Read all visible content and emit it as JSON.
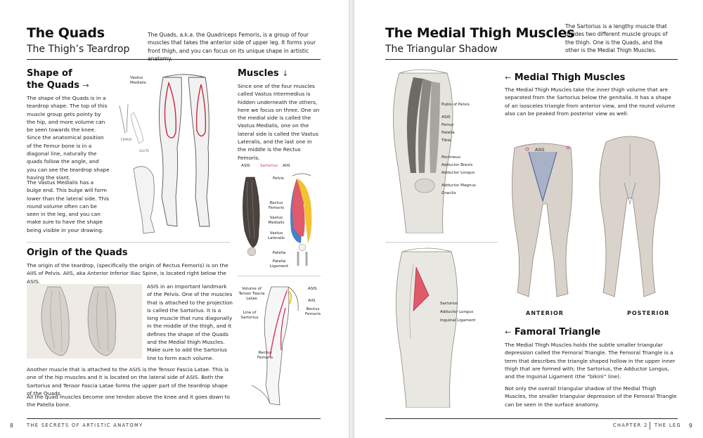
{
  "left": {
    "title": "The Quads",
    "subtitle": "The Thigh’s Teardrop",
    "intro": "The Quads, a.k.a. the Quadriceps Femoris, is a group of four muscles that takes the anterior side of upper leg. It forms your front thigh, and you can focus on its unique shape in artistic anatomy.",
    "shape": {
      "heading_line1": "Shape of",
      "heading_line2": "the Quads",
      "arrow": "→",
      "para1": "The shape of the Quads is in a teardrop shape. The top of this muscle group gets pointy by the hip, and more volume can be seen towards the knee. Since the anatomical position of the Femur bone is in a diagonal line, naturally the quads follow the angle, and you can see the teardrop shape having the slant.",
      "para2": "The Vastus Medialis has a bulge end. This bulge will form lower than the lateral side. This round volume often can be seen in the leg, and you can make sure to have the shape being visible in your drawing.",
      "sketch_label": "Vastus Medialis",
      "sketch_small1": "FEMUR",
      "sketch_small2": "GLUTE"
    },
    "muscles": {
      "heading": "Muscles",
      "arrow": "↓",
      "para": "Since one of the four muscles called Vastus Intermedius is hidden underneath the others, here we focus on three. One on the medial side is called the Vastus Medialis, one on the lateral side is called the Vastus Lateralis, and the last one in the middle is the Rectus Femoris.",
      "labels": {
        "asis": "ASIS",
        "sartorius": "Sartorius",
        "aiis": "AIIS",
        "pelvis": "Pelvis",
        "rectus": "Rectus Femoris",
        "medialis": "Vastus Medialis",
        "lateralis": "Vastus Lateralis",
        "patella": "Patella",
        "ligament": "Patella Ligament"
      }
    },
    "origin": {
      "heading": "Origin of the Quads",
      "para1": "The origin of the teardrop, (specifically the origin of Rectus Femoris) is on the AIIS of Pelvis. AIIS, aka Anterior Inferior Iliac Spine, is located right below the ASIS.",
      "para2": "ASIS in an important landmark of the Pelvis. One of the muscles that is attached to the projection is called the Sartorius. It is a long muscle that runs diagonally in the middle of the thigh, and it defines the shape of the Quads and the Medial thigh Muscles. Make sure to add the Sartorius line to form each volume.",
      "para3": "Another muscle that is attached to the ASIS is the Tensor Fascia Latae. This is one of the hip muscles and it is located on the lateral side of ASIS. Both the Sartorius and Tensor Fascia Latae forms the upper part of the teardrop shape of the Quads.",
      "para4": "All the quad muscles become one tendon above the knee and it goes down to the Patella bone.",
      "labels": {
        "tfl": "Volume of Tensor Fascia Latae",
        "sartorius": "Line of Sartorius",
        "asis": "ASIS",
        "aiis": "AIIS",
        "rectus1": "Rectus Femoris",
        "rectus2": "Rectus Femoris"
      }
    },
    "footer": {
      "page": "8",
      "book": "THE SECRETS OF ARTISTIC ANATOMY"
    }
  },
  "right": {
    "title": "The Medial Thigh Muscles",
    "subtitle": "The Triangular Shadow",
    "intro": "The Sartorius is a lengthy muscle that divides two different muscle groups of the thigh. One is the Quads, and the other is the Medial Thigh Muscles.",
    "medial": {
      "arrow": "←",
      "heading": "Medial Thigh Muscles",
      "para": "The Medial Thigh Muscles take the inner thigh volume that are separated from the Sartorius below the genitalia. It has a shape of an isosceles triangle from anterior view, and the round volume also can be peaked from posterior view as well.",
      "anterior": "ANTERIOR",
      "posterior": "POSTERIOR",
      "asis": "ASIS"
    },
    "thigh_labels": [
      "Pubis of Pelvis",
      "ASIS",
      "Femur",
      "Patella",
      "Tibia",
      "Pectineus",
      "Adductor Brevis",
      "Adductor Longus",
      "Adductor Magnus",
      "Gracilis"
    ],
    "femoral_labels": [
      "Sartorius",
      "Adductor Longus",
      "Inguinal Ligament"
    ],
    "triangle": {
      "arrow": "←",
      "heading": "Famoral Triangle",
      "para1": "The Medial Thigh Muscles holds the subtle smaller triangular depression called the Femoral Triangle. The Femoral Triangle is a term that describes the triangle shaped hollow in the upper inner thigh that are formed with; the Sartorius, the Adductor Longus, and the Inguinal Ligament (the “bikini” line).",
      "para2": "Not only the overall triangular shadow of the Medial Thigh Muscles, the smaller triangular depression of the Femoral Triangle can be seen in the surface anatomy."
    },
    "footer": {
      "chapter": "CHAPTER 2",
      "section": "THE LEG",
      "page": "9"
    }
  },
  "colors": {
    "accent_pink": "#d8326a",
    "muscle_red": "#e05a6a",
    "muscle_blue": "#4a7fc8",
    "muscle_yellow": "#f2c230",
    "rule": "#2a2a2a"
  }
}
